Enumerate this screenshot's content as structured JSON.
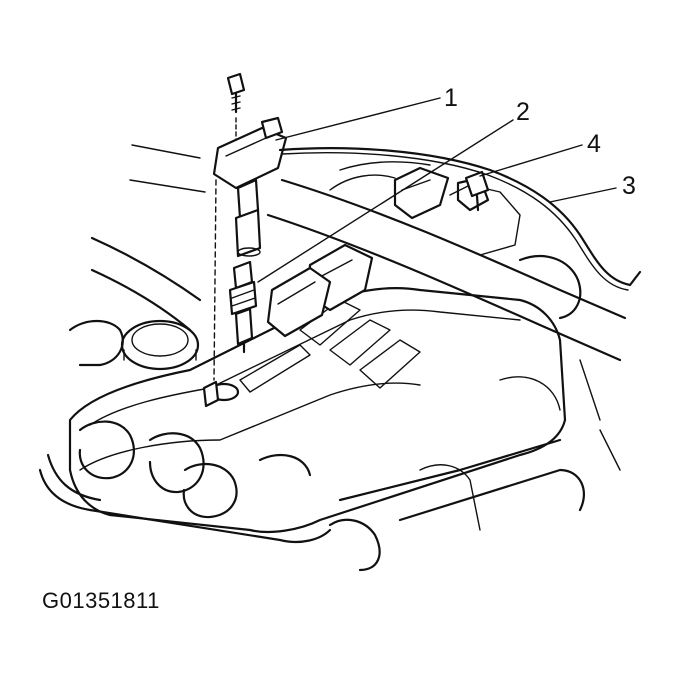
{
  "callouts": {
    "c1": "1",
    "c2": "2",
    "c3": "3",
    "c4": "4"
  },
  "figure_code": "G01351811",
  "colors": {
    "ink": "#111111",
    "background": "#ffffff"
  }
}
